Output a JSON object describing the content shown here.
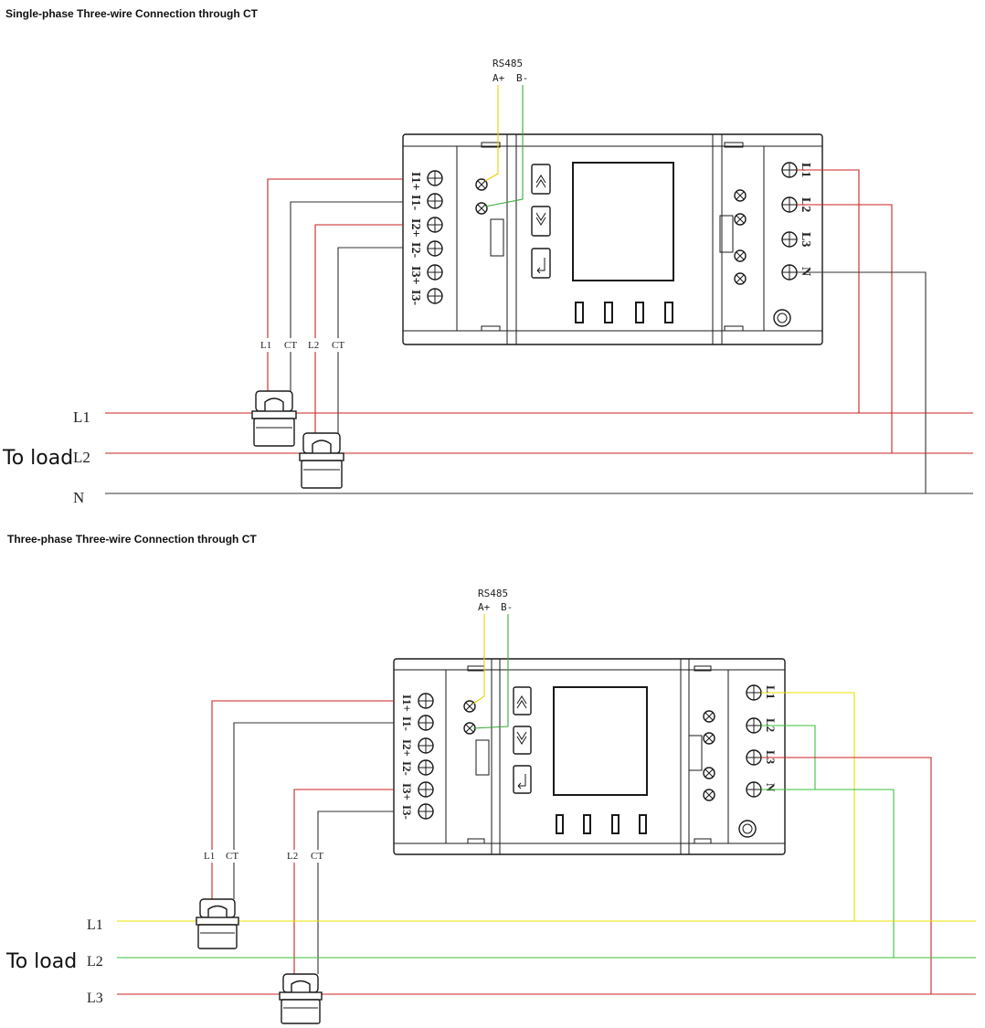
{
  "diagrams": [
    {
      "title": "Single-phase Three-wire Connection through CT",
      "rs485": {
        "label": "RS485",
        "a": "A+",
        "b": "B-"
      },
      "left_terminals": [
        "I1+",
        "I1-",
        "I2+",
        "I2-",
        "I3+",
        "I3-"
      ],
      "right_terminals": [
        "L1",
        "L2",
        "L3",
        "N"
      ],
      "ct_labels": [
        "L1",
        "CT",
        "L2",
        "CT"
      ],
      "lines": [
        "L1",
        "L2",
        "N"
      ],
      "load_label": "To load",
      "colors": {
        "L1": "#cc2222",
        "L2": "#cc2222",
        "N": "#333333",
        "ct_return": "#333333",
        "rs485_a": "#e6d200",
        "rs485_b": "#3aa83a"
      }
    },
    {
      "title": "Three-phase Three-wire Connection through CT",
      "rs485": {
        "label": "RS485",
        "a": "A+",
        "b": "B-"
      },
      "left_terminals": [
        "I1+",
        "I1-",
        "I2+",
        "I2-",
        "I3+",
        "I3-"
      ],
      "right_terminals": [
        "L1",
        "L2",
        "L3",
        "N"
      ],
      "ct_labels": [
        "L1",
        "CT",
        "L2",
        "CT"
      ],
      "lines": [
        "L1",
        "L2",
        "L3"
      ],
      "load_label": "To load",
      "colors": {
        "L1": "#e8e000",
        "L2": "#3cbf3c",
        "L3": "#cc2222",
        "ct_return": "#333333",
        "rs485_a": "#e6d200",
        "rs485_b": "#3aa83a"
      }
    }
  ]
}
